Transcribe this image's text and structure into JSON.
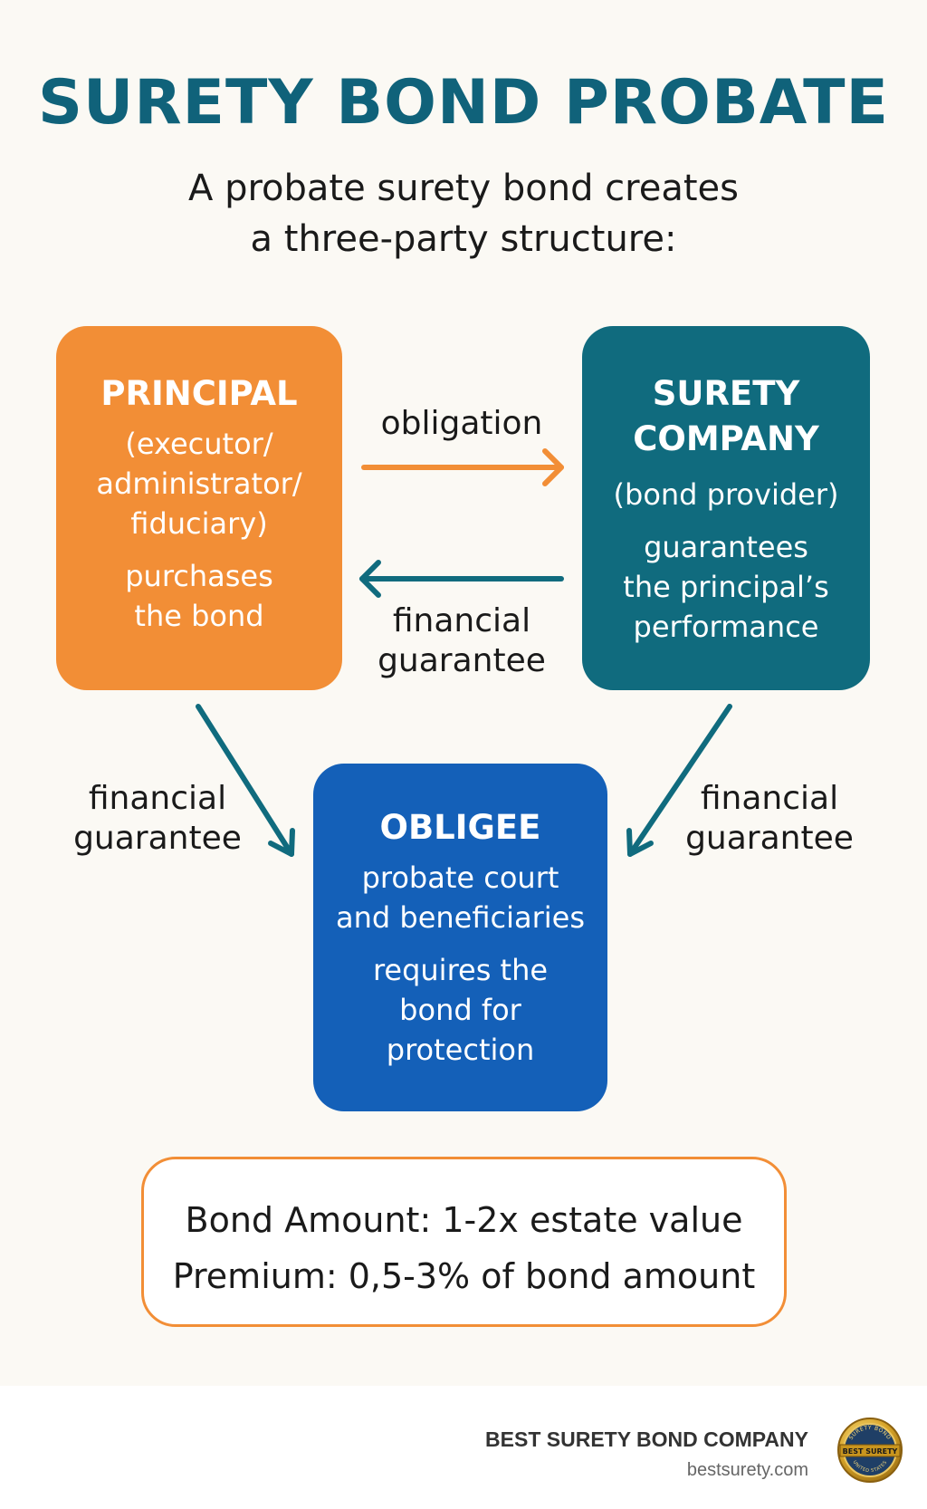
{
  "title": "SURETY BOND PROBATE",
  "subtitle": {
    "line1": "A probate surety bond creates",
    "line2": "a three-party structure:"
  },
  "parties": {
    "principal": {
      "heading": "PRINCIPAL",
      "role_lines": [
        "(executor/",
        "administrator/",
        "fiduciary)"
      ],
      "action_lines": [
        "purchases",
        "the bond"
      ],
      "color": "#f28e36"
    },
    "surety": {
      "heading_lines": [
        "SURETY",
        "COMPANY"
      ],
      "role": "(bond provider)",
      "action_lines": [
        "guarantees",
        "the principal’s",
        "performance"
      ],
      "color": "#106b7e"
    },
    "obligee": {
      "heading": "OBLIGEE",
      "role_lines": [
        "probate court",
        "and beneficiaries"
      ],
      "action_lines": [
        "requires the",
        "bond for",
        "protection"
      ],
      "color": "#1460b8"
    }
  },
  "connections": {
    "principal_to_surety": "obligation",
    "surety_to_principal": [
      "financial",
      "guarantee"
    ],
    "principal_to_obligee": [
      "financial",
      "guarantee"
    ],
    "surety_to_obligee": [
      "financial",
      "guarantee"
    ]
  },
  "summary": {
    "bond_amount": "Bond Amount: 1-2x estate value",
    "premium": "Premium: 0,5-3% of bond amount"
  },
  "footer": {
    "company": "BEST SURETY BOND COMPANY",
    "website": "bestsurety.com",
    "seal_text": "BEST SURETY",
    "seal_top_text": "SURETY BOND",
    "seal_bottom_text": "UNITED STATES"
  },
  "colors": {
    "title": "#10627a",
    "arrow_orange": "#f28e36",
    "arrow_teal": "#106b7e",
    "summary_border": "#f28e36"
  }
}
